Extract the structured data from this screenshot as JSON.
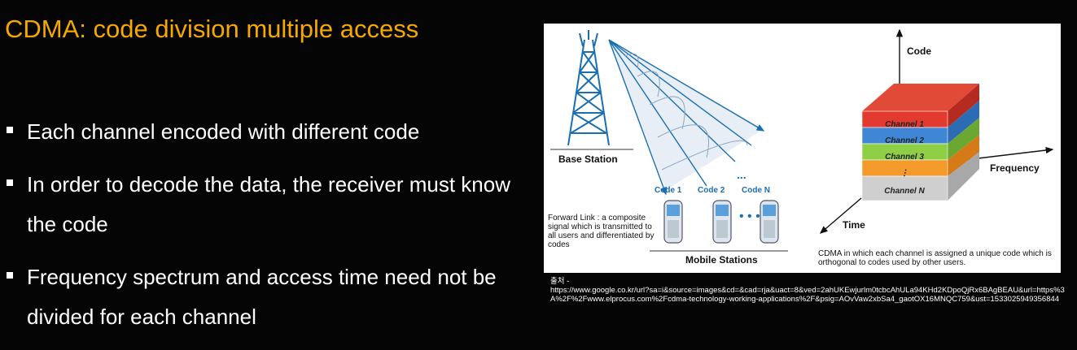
{
  "slide": {
    "title": "CDMA: code division multiple access",
    "bullets": [
      "Each channel encoded with different code",
      "In order to decode the data, the receiver must know the code",
      "Frequency spectrum and access time need not be divided for each channel"
    ]
  },
  "figure": {
    "base_station_label": "Base Station",
    "forward_link_text": "Forward Link : a composite signal which is transmitted to all users and differentiated by codes",
    "mobile_stations_label": "Mobile Stations",
    "code_labels": [
      "Code 1",
      "Code 2",
      "Code N"
    ],
    "dots": "...",
    "axis_code": "Code",
    "axis_frequency": "Frequency",
    "axis_time": "Time",
    "channels": [
      "Channel 1",
      "Channel 2",
      "Channel 3",
      "⋮",
      "Channel N"
    ],
    "channel_colors": [
      "#e23a2e",
      "#3f86d6",
      "#8fcf45",
      "#f39a2a",
      "#cfcfcf"
    ],
    "cdma_caption": "CDMA in which each channel is assigned a unique code which is orthogonal to codes used by other users."
  },
  "source": {
    "line1": "출처 -",
    "line2": "https://www.google.co.kr/url?sa=i&source=images&cd=&cad=rja&uact=8&ved=2ahUKEwjurlm0tcbcAhULa94KHd2KDpoQjRx6BAgBEAU&url=https%3A%2F%2Fwww.elprocus.com%2Fcdma-technology-working-applications%2F&psig=AOvVaw2xbSa4_gaotOX16MNQC759&ust=1533025949356844"
  },
  "colors": {
    "title": "#f5a800",
    "background": "#050505",
    "accent_blue": "#1a6fb0"
  }
}
